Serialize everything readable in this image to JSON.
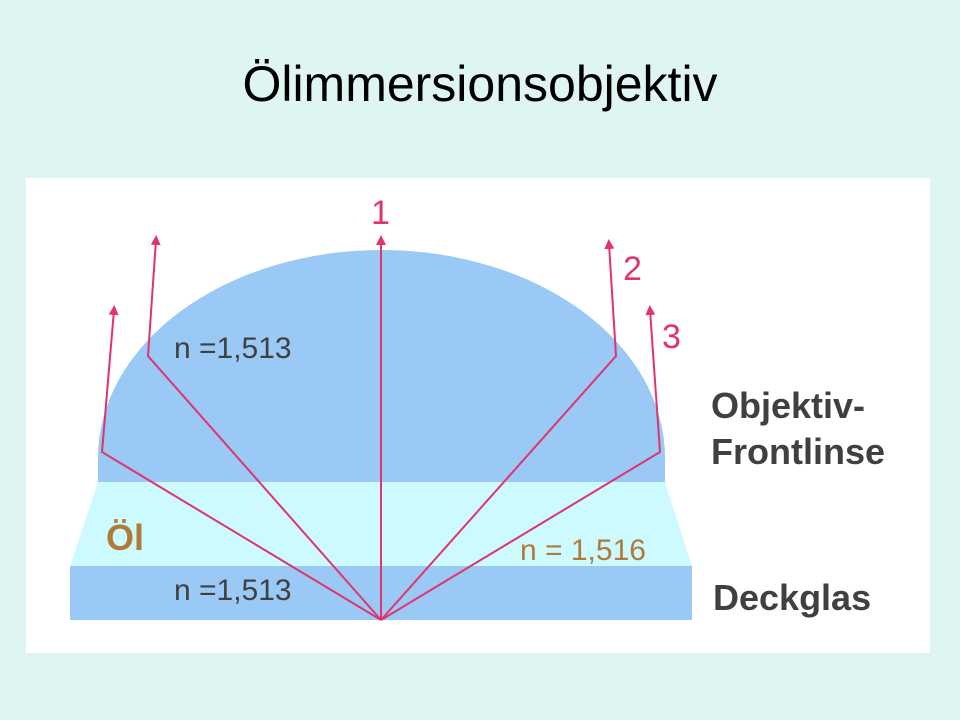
{
  "slide": {
    "title": "Ölimmersionsobjektiv"
  },
  "diagram": {
    "lens": {
      "label": "Objektiv-",
      "label2": "Frontlinse",
      "n_label": "n =1,513"
    },
    "oil": {
      "label": "Öl",
      "n_label": "n = 1,516"
    },
    "coverslip": {
      "label": "Deckglas",
      "n_label": "n =1,513"
    },
    "rays": [
      {
        "label": "1"
      },
      {
        "label": "2"
      },
      {
        "label": "3"
      }
    ],
    "colors": {
      "lens": "#99c9f4",
      "oil": "#ccfaff",
      "coverslip": "#99c9f4",
      "ray": "#e0346c",
      "oil_label": "#b07a38",
      "background": "#dff5f1"
    }
  }
}
